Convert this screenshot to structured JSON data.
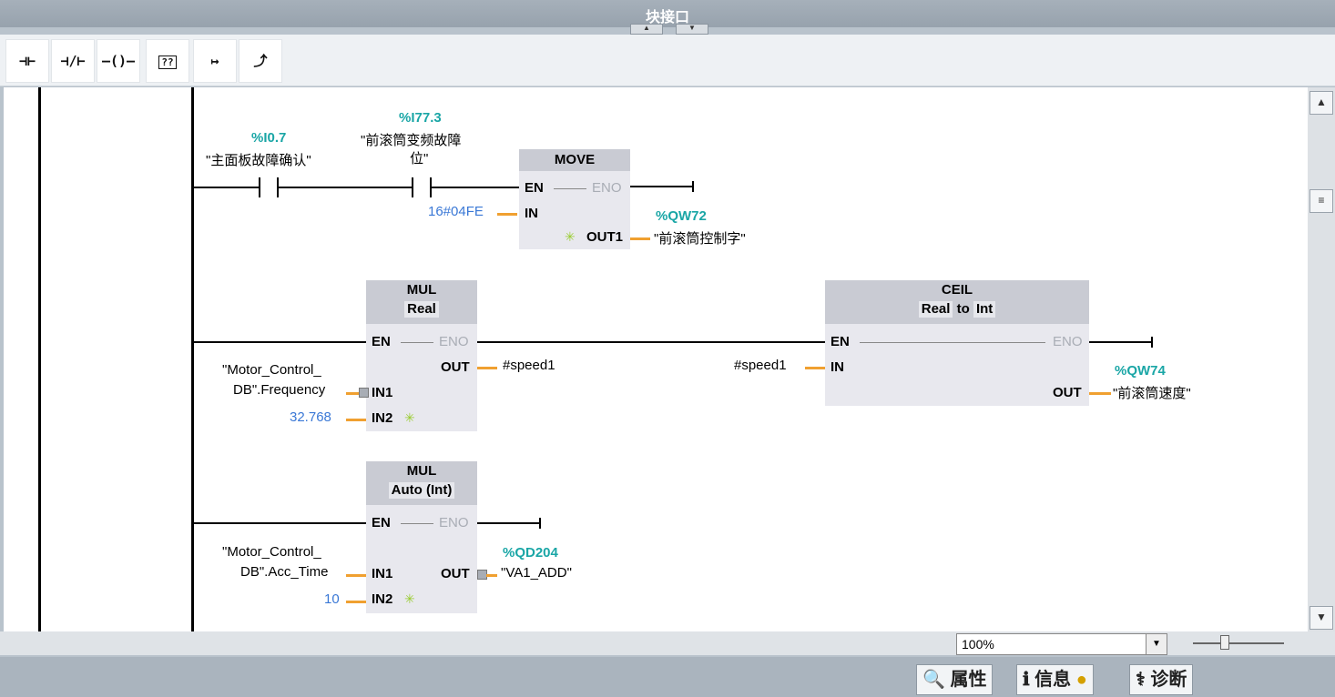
{
  "window": {
    "title": "块接口"
  },
  "toolbar": {
    "buttons": [
      {
        "name": "no-contact-icon",
        "glyph": "⊣⊢"
      },
      {
        "name": "nc-contact-icon",
        "glyph": "⊣/⊢"
      },
      {
        "name": "coil-icon",
        "glyph": "–()–"
      },
      {
        "name": "empty-box-icon",
        "glyph": "??"
      },
      {
        "name": "open-branch-icon",
        "glyph": "↦"
      },
      {
        "name": "close-branch-icon",
        "glyph": "⤴"
      }
    ]
  },
  "network": {
    "contact1": {
      "address": "%I0.7",
      "tag": "\"主面板故障确认\""
    },
    "contact2": {
      "address": "%I77.3",
      "tag_line1": "\"前滚筒变频故障",
      "tag_line2": "位\""
    },
    "move": {
      "title": "MOVE",
      "en": "EN",
      "eno": "ENO",
      "in": "IN",
      "out1": "OUT1",
      "in_value": "16#04FE",
      "out_address": "%QW72",
      "out_tag": "\"前滚筒控制字\""
    },
    "mul1": {
      "title": "MUL",
      "type": "Real",
      "en": "EN",
      "eno": "ENO",
      "out": "OUT",
      "in1": "IN1",
      "in2": "IN2",
      "in1_tag_line1": "\"Motor_Control_",
      "in1_tag_line2": "DB\".Frequency",
      "in2_value": "32.768",
      "out_tag": "#speed1"
    },
    "ceil": {
      "title": "CEIL",
      "type_from": "Real",
      "type_to_word": "to",
      "type_to": "Int",
      "en": "EN",
      "eno": "ENO",
      "in": "IN",
      "out": "OUT",
      "in_tag": "#speed1",
      "out_address": "%QW74",
      "out_tag": "\"前滚筒速度\""
    },
    "mul2": {
      "title": "MUL",
      "type": "Auto (Int)",
      "en": "EN",
      "eno": "ENO",
      "out": "OUT",
      "in1": "IN1",
      "in2": "IN2",
      "in1_tag_line1": "\"Motor_Control_",
      "in1_tag_line2": "DB\".Acc_Time",
      "in2_value": "10",
      "out_address": "%QD204",
      "out_tag": "\"VA1_ADD\""
    }
  },
  "statusbar": {
    "zoom": "100%"
  },
  "bottom_tabs": {
    "properties": "属性",
    "info": "信息",
    "diagnostics": "诊断"
  },
  "colors": {
    "address": "#1aa6a6",
    "constant": "#3a78d6",
    "wire_out": "#f0a030"
  }
}
